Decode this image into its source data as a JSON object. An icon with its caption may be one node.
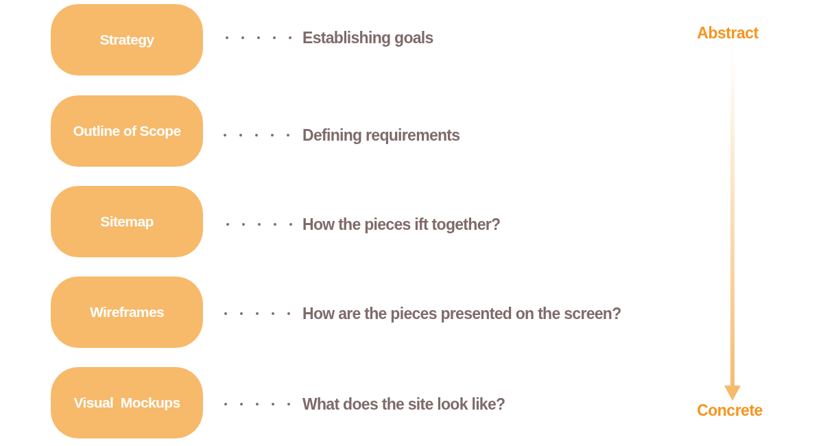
{
  "diagram": {
    "nodes": [
      {
        "text": [
          "Strategy"
        ]
      },
      {
        "text": [
          "Establishing goals"
        ]
      },
      {
        "text": [
          "Abstract"
        ]
      },
      {
        "text": [
          "Outline of Scope"
        ]
      },
      {
        "text": [
          "Defining requirements"
        ]
      },
      {
        "text": [
          "Sitemap"
        ]
      },
      {
        "text": [
          "How the pieces ift together?"
        ]
      },
      {
        "text": [
          "Wireframes"
        ]
      },
      {
        "text": [
          "How are the pieces presented on the screen?"
        ]
      },
      {
        "text": [
          "Visual  Mockups"
        ]
      },
      {
        "text": [
          "What does the site look like?"
        ]
      },
      {
        "text": [
          "Concrete"
        ]
      }
    ],
    "edges": [
      {
        "from": 0,
        "to": 1,
        "arrow": "none",
        "style": "dashed"
      },
      {
        "from": 3,
        "to": 4,
        "arrow": "none",
        "style": "dashed"
      },
      {
        "from": 5,
        "to": 6,
        "arrow": "none",
        "style": "dashed"
      },
      {
        "from": 7,
        "to": 8,
        "arrow": "none",
        "style": "dashed"
      },
      {
        "from": 9,
        "to": 10,
        "arrow": "none",
        "style": "dashed"
      },
      {
        "from": 2,
        "to": 11,
        "arrow": "to",
        "style": "thick",
        "color": "#f7b96a"
      }
    ]
  }
}
